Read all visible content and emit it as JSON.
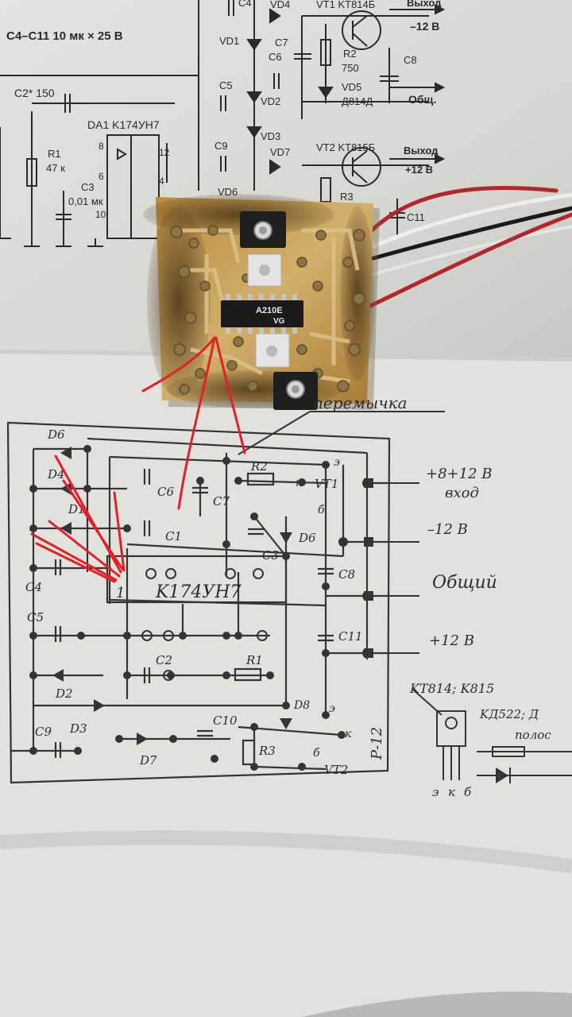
{
  "photo": {
    "top_sheet": {
      "header_line": "C4–C11 10 мк × 25 В",
      "c2_label": "C2* 150",
      "da1_label": "DA1 K174УН7",
      "r1_label": "R1",
      "r1_value": "47 к",
      "c3_label": "C3",
      "c3_value": "0,01 мк",
      "pin8": "8",
      "pin6": "6",
      "pin10": "10",
      "pin12": "12",
      "pin4": "4",
      "vd4": "VD4",
      "vd1": "VD1",
      "vd2": "VD2",
      "vd3": "VD3",
      "vd6": "VD6",
      "vd7": "VD7",
      "c4": "C4",
      "c5": "C5",
      "c6": "C6",
      "c7": "C7",
      "c8": "C8",
      "c9": "C9",
      "c11": "C11",
      "vt1_label": "VT1 KT814Б",
      "vt2_label": "VT2 KT815Б",
      "r2_label": "R2",
      "r2_value": "750",
      "r3_label": "R3",
      "vd5_label": "VD5",
      "vd5_value": "Д814Д",
      "out_neg": "Выход",
      "out_neg_val": "–12 В",
      "common": "Общ.",
      "out_pos": "Выход",
      "out_pos_val": "+12 В"
    },
    "pcb": {
      "chip_line1": "A210E",
      "chip_line2": "VG"
    },
    "bottom_sheet": {
      "jumper": "перемычка",
      "input_label": "+8+12 В",
      "input_word": "вход",
      "minus12": "–12 В",
      "common": "Общий",
      "plus12": "+12 В",
      "ic_label": "K174УН7",
      "pin1": "1",
      "d6a": "D6",
      "d4": "D4",
      "d1": "D1",
      "c4": "C4",
      "c5": "C5",
      "d2": "D2",
      "d3": "D3",
      "c9": "C9",
      "d7": "D7",
      "c6": "C6",
      "c1": "C1",
      "c7": "C7",
      "r2": "R2",
      "k_top": "к",
      "vt1": "VT1",
      "b_top": "б",
      "e_top": "э",
      "d6b": "D6",
      "c3": "C3",
      "c8": "C8",
      "c11": "C11",
      "c2": "C2",
      "r1": "R1",
      "d8": "D8",
      "e_mid": "э",
      "c10": "C10",
      "r3": "R3",
      "k_bot": "к",
      "b_bot": "б",
      "vt2": "VT2",
      "board_id": "Р-12",
      "transistor_title": "KT814; K815",
      "pin_e": "э",
      "pin_k": "к",
      "pin_b": "б",
      "diode_title": "KД522; Д",
      "band": "полос"
    },
    "colors": {
      "paper": "#dcdcd6",
      "pcb": "#c9a15a",
      "burn": "#3d2a14",
      "red_marks": "#e0202a",
      "ink": "#2a2a2a"
    }
  }
}
